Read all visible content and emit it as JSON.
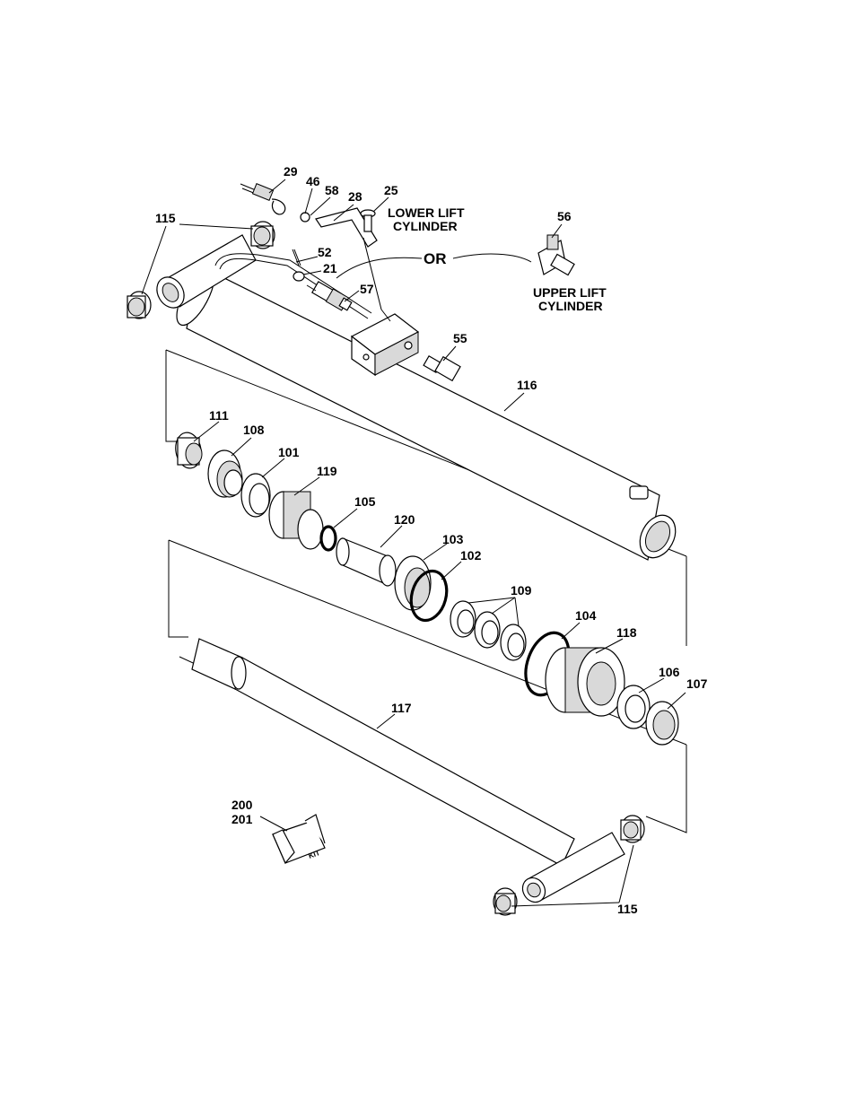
{
  "diagram": {
    "captions": {
      "lower_lift_line1": "LOWER LIFT",
      "lower_lift_line2": "CYLINDER",
      "upper_lift_line1": "UPPER LIFT",
      "upper_lift_line2": "CYLINDER",
      "or": "OR",
      "kit": "KIT"
    },
    "callouts": {
      "c29": "29",
      "c46": "46",
      "c58": "58",
      "c28": "28",
      "c25": "25",
      "c56": "56",
      "c115_top": "115",
      "c52": "52",
      "c21": "21",
      "c57": "57",
      "c55": "55",
      "c116": "116",
      "c111": "111",
      "c108": "108",
      "c101": "101",
      "c119": "119",
      "c105": "105",
      "c120": "120",
      "c103": "103",
      "c102": "102",
      "c109": "109",
      "c104": "104",
      "c118": "118",
      "c106": "106",
      "c107": "107",
      "c117": "117",
      "c200": "200",
      "c201": "201",
      "c115_bottom": "115"
    }
  }
}
